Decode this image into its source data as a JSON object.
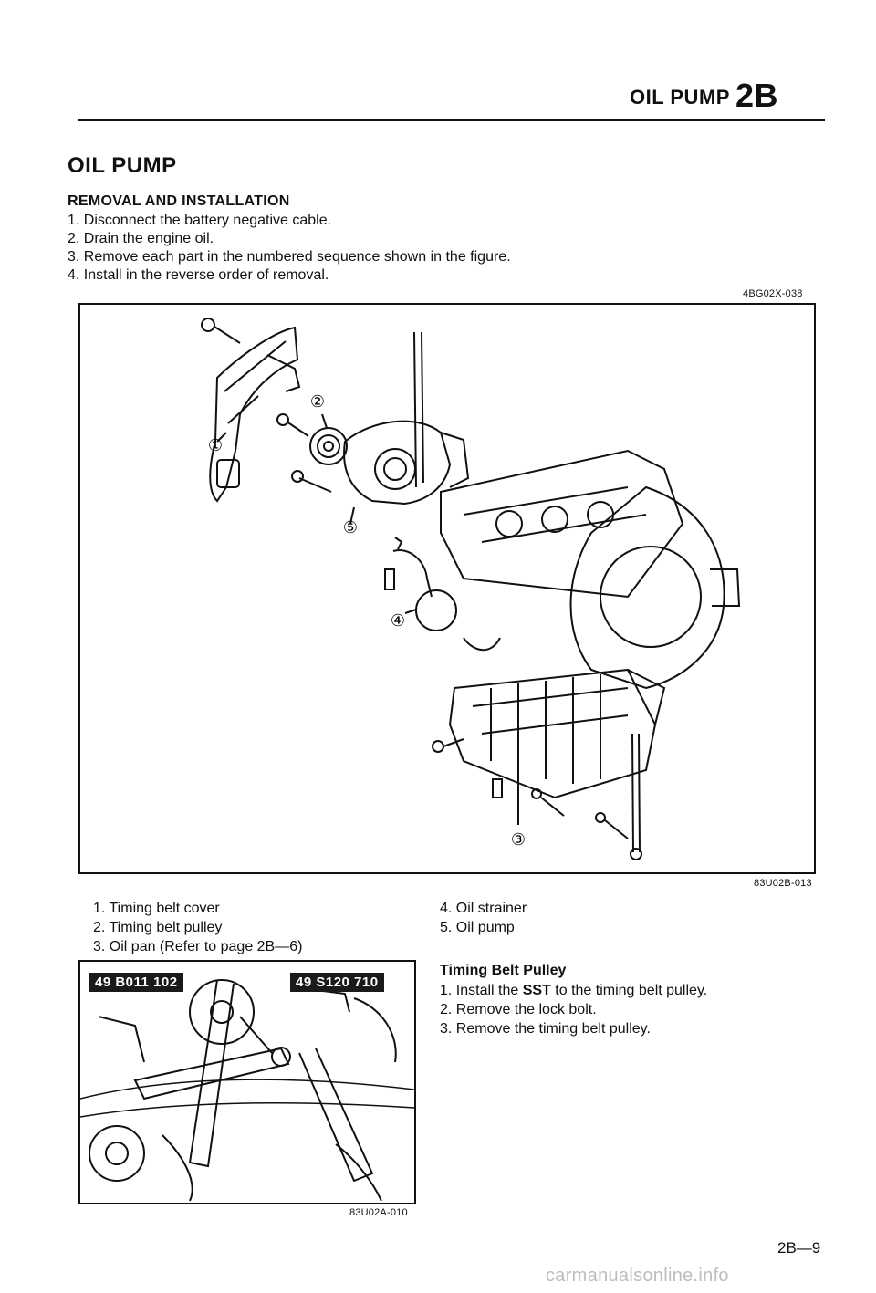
{
  "header": {
    "title_small": "OIL PUMP",
    "title_big": "2B"
  },
  "section_title": "OIL PUMP",
  "removal": {
    "title": "REMOVAL AND INSTALLATION",
    "steps": [
      "1. Disconnect the battery negative cable.",
      "2. Drain the engine oil.",
      "3. Remove each part in the numbered sequence shown in the figure.",
      "4. Install in the reverse order of removal."
    ]
  },
  "figure_codes": {
    "top": "4BG02X-038",
    "main": "83U02B-013",
    "small": "83U02A-010"
  },
  "callouts": [
    "①",
    "②",
    "③",
    "④",
    "⑤"
  ],
  "parts": {
    "left": [
      "1. Timing belt cover",
      "2. Timing belt pulley",
      "3. Oil pan (Refer to page 2B—6)"
    ],
    "right": [
      "4. Oil strainer",
      "5. Oil pump"
    ]
  },
  "sst_labels": [
    "49 B011 102",
    "49 S120 710"
  ],
  "timing_belt_pulley": {
    "title": "Timing Belt Pulley",
    "step1_pre": "1. Install the ",
    "step1_bold": "SST",
    "step1_post": " to the timing belt pulley.",
    "step2": "2. Remove the lock bolt.",
    "step3": "3. Remove the timing belt pulley."
  },
  "page_number": "2B—9",
  "watermark": "carmanualsonline.info"
}
